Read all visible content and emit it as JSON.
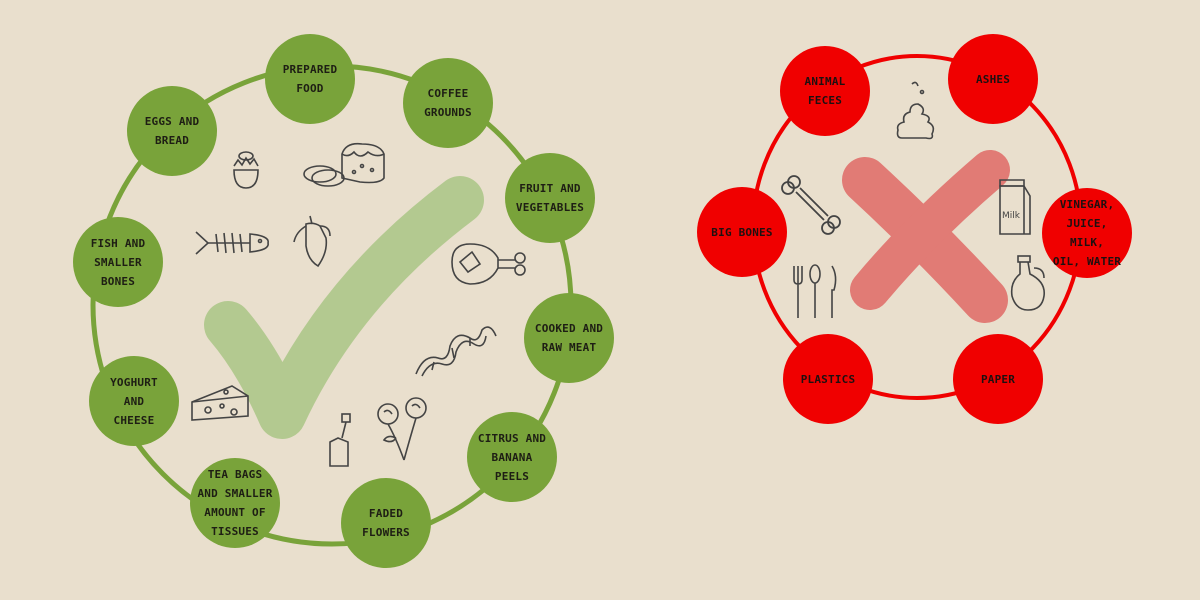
{
  "compostable": {
    "color": "#79a33a",
    "mark_color": "#a9c585",
    "items": [
      "PREPARED\nFOOD",
      "COFFEE\nGROUNDS",
      "FRUIT AND\nVEGETABLES",
      "COOKED AND\nRAW MEAT",
      "CITRUS AND\nBANANA\nPEELS",
      "FADED\nFLOWERS",
      "TEA BAGS\nAND SMALLER\nAMOUNT OF\nTISSUES",
      "YOGHURT\nAND\nCHEESE",
      "FISH AND\nSMALLER\nBONES",
      "EGGS AND\nBREAD"
    ]
  },
  "not_compostable": {
    "color": "#f00000",
    "mark_color": "#e06a66",
    "items": [
      "ANIMAL\nFECES",
      "ASHES",
      "VINEGAR,\nJUICE, MILK,\nOIL, WATER",
      "PAPER",
      "PLASTICS",
      "BIG BONES"
    ]
  },
  "icons": {
    "milk_carton_label": "Milk"
  }
}
